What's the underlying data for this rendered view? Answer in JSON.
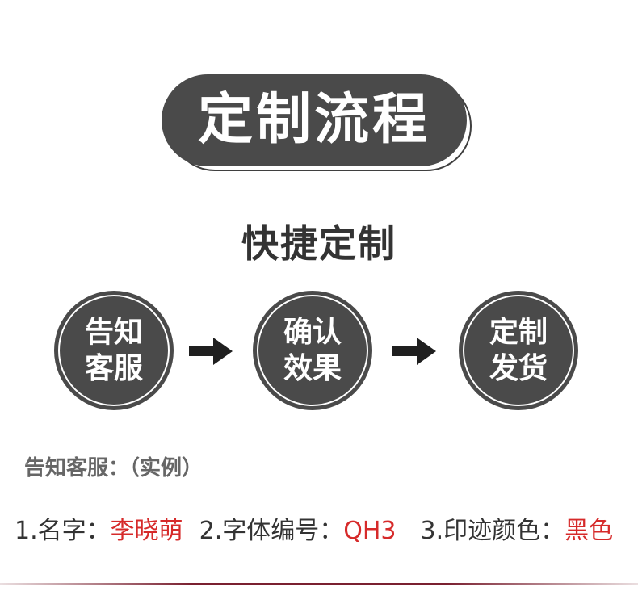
{
  "title": "定制流程",
  "subtitle": "快捷定制",
  "steps": [
    {
      "line1": "告知",
      "line2": "客服"
    },
    {
      "line1": "确认",
      "line2": "效果"
    },
    {
      "line1": "定制",
      "line2": "发货"
    }
  ],
  "example": {
    "label": "告知客服：（实例）",
    "name_label": "1.名字：",
    "name_value": "李晓萌",
    "font_label": "2.字体编号：",
    "font_value": "QH3",
    "color_label": "3.印迹颜色：",
    "color_value": "黑色"
  },
  "colors": {
    "dark": "#4a4a4a",
    "accent": "#d62a2a"
  },
  "icons": {
    "arrow": "arrow-right-icon"
  }
}
